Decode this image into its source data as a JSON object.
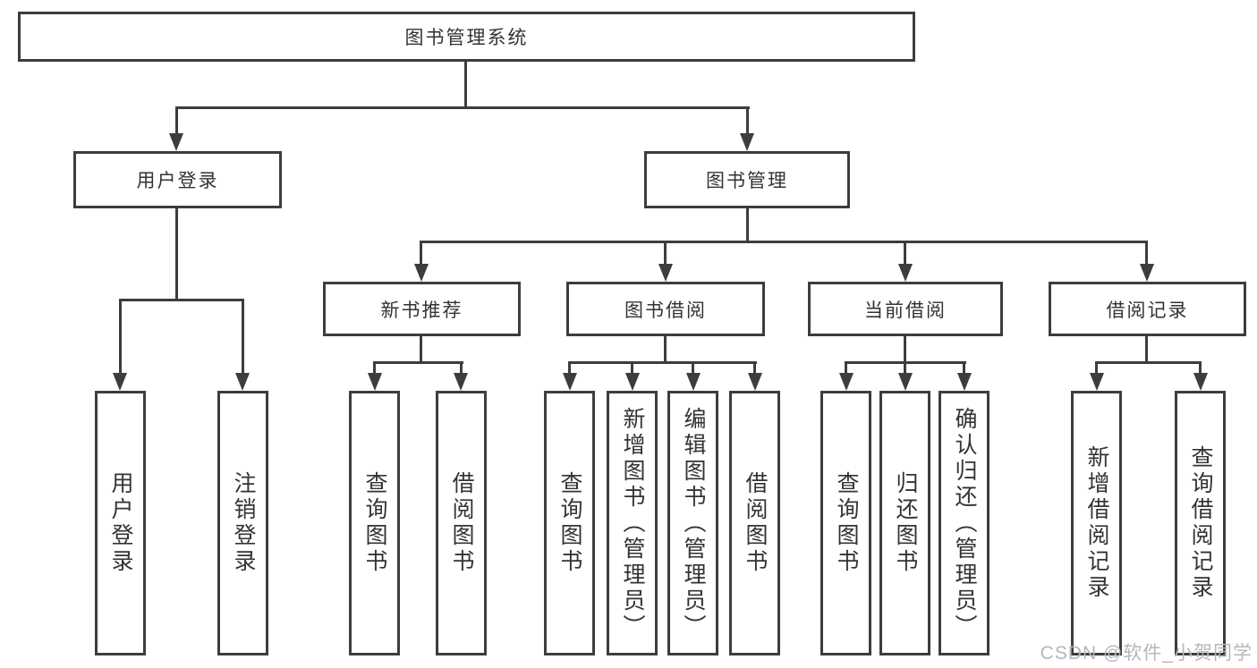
{
  "diagram": {
    "root": {
      "label": "图书管理系统"
    },
    "level2": [
      {
        "label": "用户登录",
        "children": [
          {
            "label": "用户登录"
          },
          {
            "label": "注销登录"
          }
        ]
      },
      {
        "label": "图书管理",
        "children": [
          {
            "label": "新书推荐",
            "children": [
              {
                "label": "查询图书"
              },
              {
                "label": "借阅图书"
              }
            ]
          },
          {
            "label": "图书借阅",
            "children": [
              {
                "label": "查询图书"
              },
              {
                "label": "新增图书（管理员）"
              },
              {
                "label": "编辑图书（管理员）"
              },
              {
                "label": "借阅图书"
              }
            ]
          },
          {
            "label": "当前借阅",
            "children": [
              {
                "label": "查询图书"
              },
              {
                "label": "归还图书"
              },
              {
                "label": "确认归还（管理员）"
              }
            ]
          },
          {
            "label": "借阅记录",
            "children": [
              {
                "label": "新增借阅记录"
              },
              {
                "label": "查询借阅记录"
              }
            ]
          }
        ]
      }
    ],
    "watermark": "CSDN @软件_小贺同学",
    "colors": {
      "line": "#3d3d3d",
      "box_border": "#3d3d3d",
      "box_background": "#ffffff",
      "text": "#333333",
      "watermark": "#b4b7ba"
    }
  }
}
